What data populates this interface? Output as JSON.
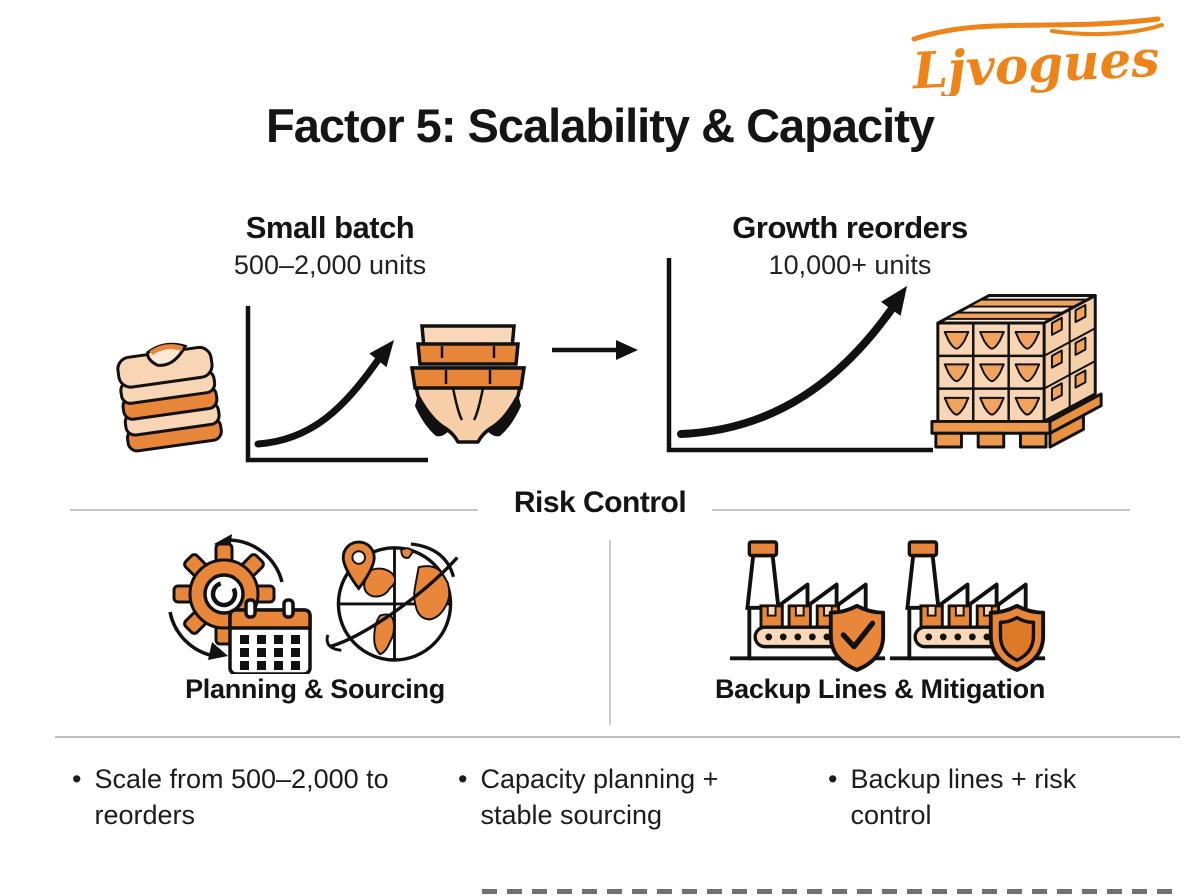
{
  "brand": {
    "name": "Ljvogues",
    "logo_color": "#EE8418"
  },
  "title": "Factor 5: Scalability & Capacity",
  "flow": {
    "left": {
      "heading": "Small batch",
      "units": "500–2,000 units"
    },
    "right": {
      "heading": "Growth reorders",
      "units": "10,000+ units"
    }
  },
  "risk": {
    "heading": "Risk Control",
    "left_label": "Planning & Sourcing",
    "right_label": "Backup Lines & Mitigation"
  },
  "bullets": [
    {
      "text": "Scale from 500–2,000 to reorders"
    },
    {
      "text": "Capacity planning + stable sourcing"
    },
    {
      "text": "Backup lines + risk control"
    }
  ],
  "icons": {
    "flow_row": [
      "folded-clothes-icon",
      "growth-chart-small-icon",
      "underwear-icon",
      "arrow-right-icon",
      "growth-chart-large-icon",
      "pallet-boxes-icon"
    ],
    "risk_left": [
      "gear-calendar-icon",
      "globe-pin-icon"
    ],
    "risk_right": [
      "factory-check-shield-icon",
      "factory-double-shield-icon"
    ]
  },
  "colors": {
    "accent_orange": "#E8873A",
    "logo_orange": "#EE8418",
    "peach": "#F8D5B4",
    "light_peach": "#FBE8D6",
    "ink": "#111111",
    "divider_gray": "#C6C6C6"
  }
}
